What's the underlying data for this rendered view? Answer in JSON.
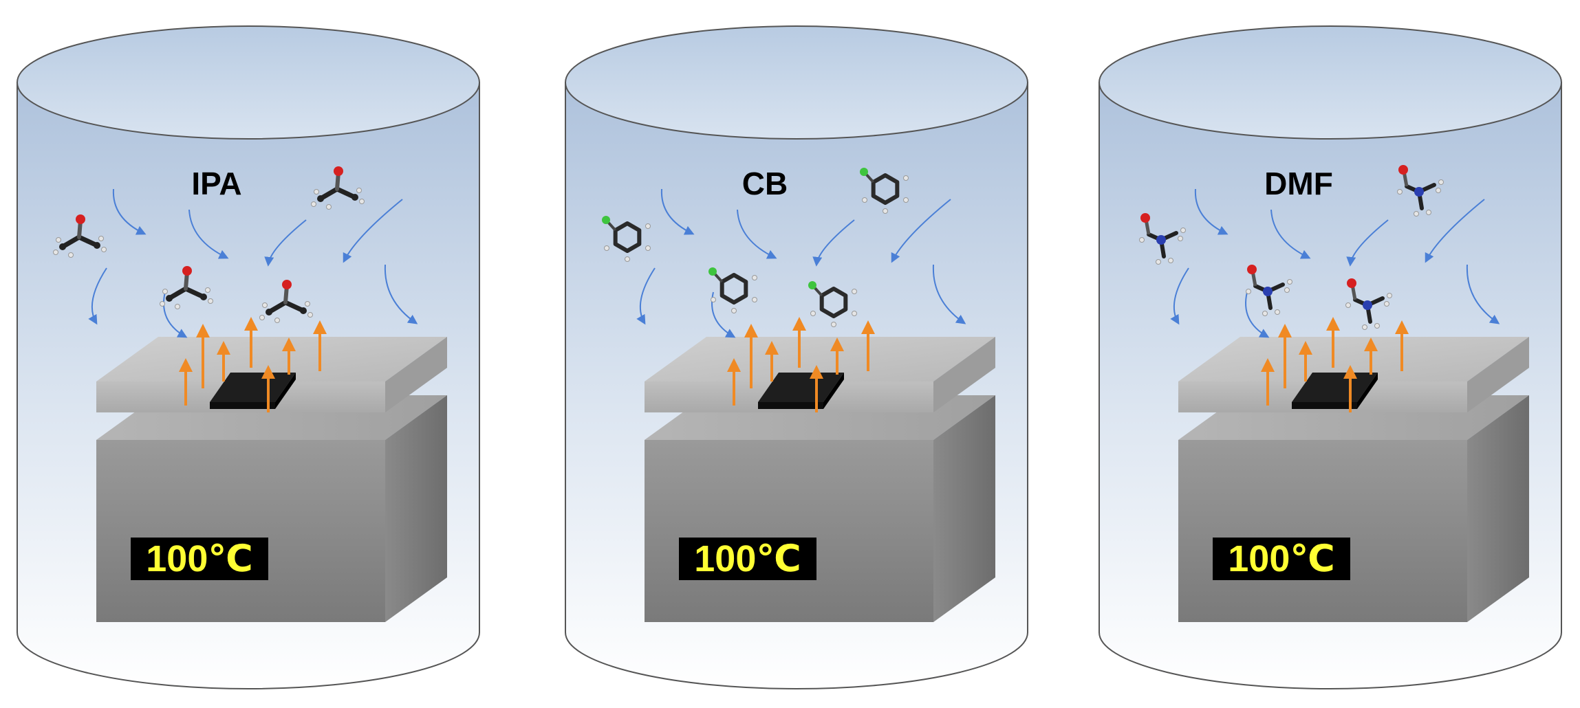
{
  "colors": {
    "display_text": "#ffff33",
    "display_bg": "#000000",
    "heat_arrow": "#f08a24",
    "vapor_arrow": "#4a7fd6",
    "atom_oxygen": "#d62020",
    "atom_chlorine": "#3ec43e",
    "atom_nitrogen": "#2a3fb0"
  },
  "chambers": [
    {
      "solvent_label": "IPA",
      "temperature": "100℃",
      "molecule_type": "isopropanol",
      "molecule_icon": "isopropanol-molecule-icon",
      "molecule_count": 4,
      "vapor_arrow_count": 7,
      "heat_arrow_count": 7
    },
    {
      "solvent_label": "CB",
      "temperature": "100℃",
      "molecule_type": "chlorobenzene",
      "molecule_icon": "chlorobenzene-molecule-icon",
      "molecule_count": 4,
      "vapor_arrow_count": 7,
      "heat_arrow_count": 7
    },
    {
      "solvent_label": "DMF",
      "temperature": "100℃",
      "molecule_type": "dimethylformamide",
      "molecule_icon": "dmf-molecule-icon",
      "molecule_count": 4,
      "vapor_arrow_count": 7,
      "heat_arrow_count": 7
    }
  ]
}
